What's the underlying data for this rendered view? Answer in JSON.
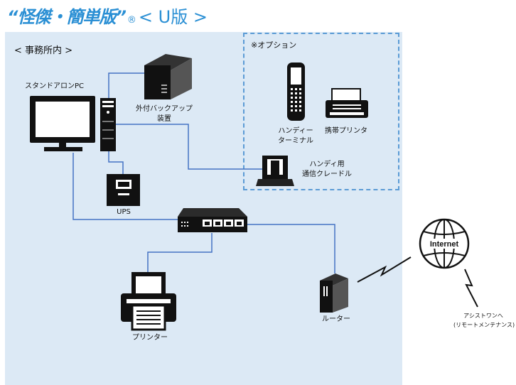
{
  "title": {
    "main": "“怪傑・簡単版”",
    "mark": "®",
    "version": "< U版 >"
  },
  "office": {
    "label": "< 事務所内 >"
  },
  "option": {
    "label": "※オプション"
  },
  "devices": {
    "pc": "スタンドアロンPC",
    "backup_line1": "外付バックアップ",
    "backup_line2": "装置",
    "ups": "UPS",
    "handy_line1": "ハンディー",
    "handy_line2": "ターミナル",
    "mobile_printer": "携帯プリンタ",
    "cradle_line1": "ハンディ用",
    "cradle_line2": "通信クレードル",
    "printer": "プリンター",
    "router": "ルーター",
    "internet": "Internet",
    "remote_line1": "アシストワンへ",
    "remote_line2": "(リモートメンテナンス)"
  },
  "colors": {
    "title": "#2a8fd4",
    "office_bg": "#dce9f5",
    "cable": "#4472c4",
    "dashed_border": "#5b9bd5"
  }
}
